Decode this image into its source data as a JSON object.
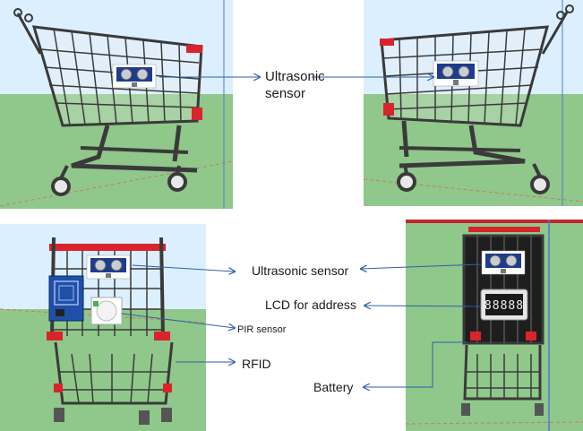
{
  "labels": {
    "ultrasonic_top_line1": "Ultrasonic",
    "ultrasonic_top_line2": "sensor",
    "ultrasonic_mid": "Ultrasonic sensor",
    "lcd": "LCD for address",
    "pir": "PIR sensor",
    "rfid": "RFID",
    "battery": "Battery"
  },
  "lcd_display_text": "88888",
  "colors": {
    "sky": "#dcefff",
    "grass": "#8fc88a",
    "cart_frame": "#3a3a3a",
    "cart_red": "#d9242b",
    "sensor_blue": "#1d3c8f",
    "rfid_blue": "#1f4fa8",
    "arrow": "#2e5fa8"
  }
}
